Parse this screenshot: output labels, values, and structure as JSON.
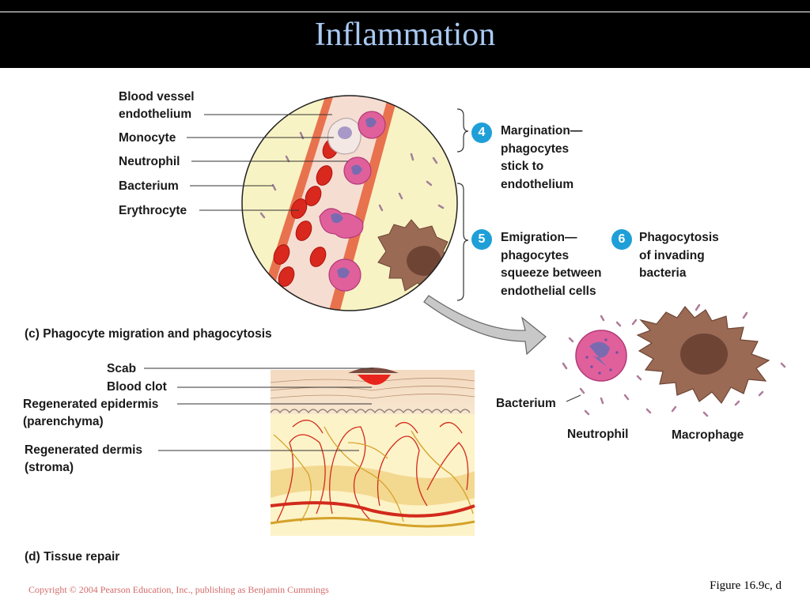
{
  "slide": {
    "title": "Inflammation",
    "copyright": "Copyright © 2004 Pearson Education, Inc., publishing as Benjamin Cummings",
    "figure_ref": "Figure 16.9c, d"
  },
  "panel_c": {
    "labels": {
      "vessel_line1": "Blood vessel",
      "vessel_line2": "endothelium",
      "monocyte": "Monocyte",
      "neutrophil": "Neutrophil",
      "bacterium": "Bacterium",
      "erythrocyte": "Erythrocyte"
    },
    "steps": [
      {
        "number": "4",
        "lines": [
          "Margination—",
          "phagocytes",
          "stick to",
          "endothelium"
        ]
      },
      {
        "number": "5",
        "lines": [
          "Emigration—",
          "phagocytes",
          "squeeze between",
          "endothelial cells"
        ]
      },
      {
        "number": "6",
        "lines": [
          "Phagocytosis",
          "of invading",
          "bacteria"
        ]
      }
    ],
    "inset_labels": {
      "bacterium": "Bacterium",
      "neutrophil": "Neutrophil",
      "macrophage": "Macrophage"
    },
    "caption_letter": "(c)",
    "caption": "Phagocyte migration and phagocytosis"
  },
  "panel_d": {
    "labels": {
      "scab": "Scab",
      "blood_clot": "Blood clot",
      "epidermis_line1": "Regenerated epidermis",
      "epidermis_line2": "(parenchyma)",
      "dermis_line1": "Regenerated dermis",
      "dermis_line2": "(stroma)"
    },
    "caption_letter": "(d)",
    "caption": "Tissue repair"
  },
  "colors": {
    "title_bar": "#000000",
    "title_text": "#a9c9f2",
    "step_badge": "#1f9fd8",
    "erythrocyte": "#d9281e",
    "neutrophil": "#e0609c",
    "macrophage": "#8c5f4e",
    "circle_fill": "#f8f3c4",
    "copyright_text": "#d46a6a"
  }
}
